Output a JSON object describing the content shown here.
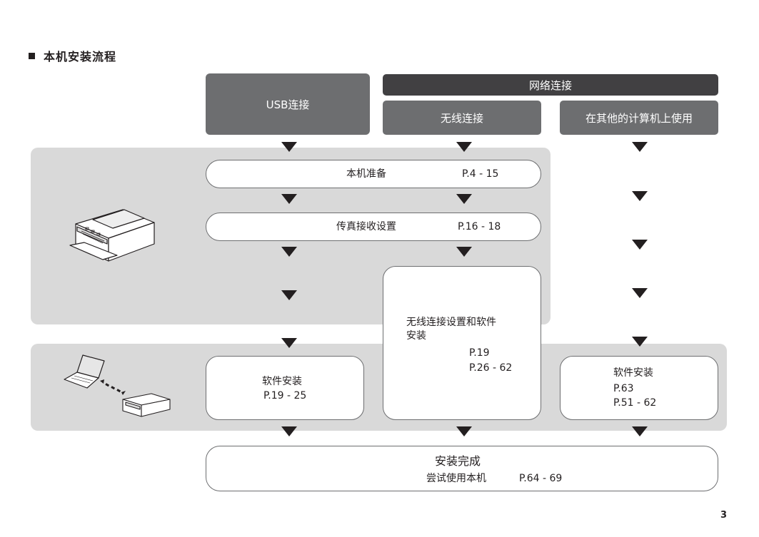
{
  "title": "本机安装流程",
  "headers": {
    "usb": "USB连接",
    "network": "网络连接",
    "wireless": "无线连接",
    "other_computer": "在其他的计算机上使用"
  },
  "steps": {
    "prepare": {
      "label": "本机准备",
      "page": "P.4 - 15"
    },
    "fax": {
      "label": "传真接收设置",
      "page": "P.16 - 18"
    },
    "wireless_setup": {
      "label_line1": "无线连接设置和软件",
      "label_line2": "安装",
      "page1": "P.19",
      "page2": "P.26 - 62"
    },
    "usb_software": {
      "label": "软件安装",
      "page": "P.19 - 25"
    },
    "other_software": {
      "label": "软件安装",
      "page1": "P.63",
      "page2": "P.51 - 62"
    },
    "complete": {
      "label": "安装完成",
      "sub": "尝试使用本机",
      "page": "P.64 - 69"
    }
  },
  "page_number": "3",
  "icons": [
    "square-bullet-icon",
    "printer-icon",
    "laptop-icon",
    "wireless-link-icon",
    "down-arrow-icon"
  ]
}
